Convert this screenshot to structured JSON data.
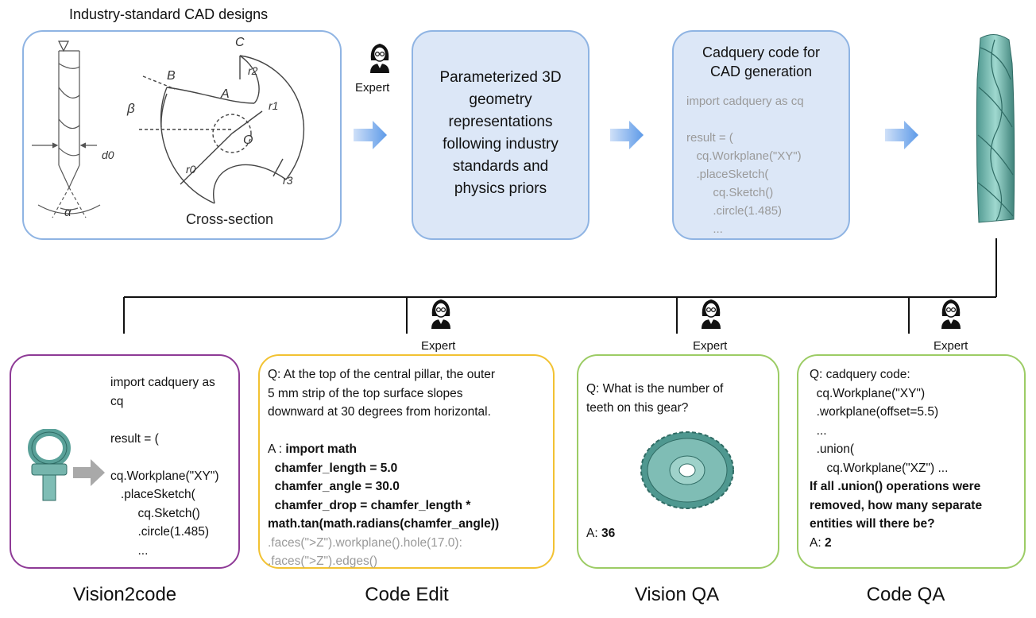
{
  "header": {
    "title": "Industry-standard CAD designs"
  },
  "cad_box": {
    "labels": {
      "C": "C",
      "B": "B",
      "A": "A",
      "O": "O",
      "r2": "r2",
      "r1": "r1",
      "r0": "r0",
      "r3": "r3",
      "beta": "β",
      "alpha": "α",
      "d0": "d0"
    },
    "cross_section": "Cross-section"
  },
  "expert_label": "Expert",
  "parameterized_box": {
    "lines": [
      "Parameterized 3D",
      "geometry",
      "representations",
      "following industry",
      "standards and",
      "physics priors"
    ]
  },
  "cadquery_box": {
    "title_lines": [
      "Cadquery code for",
      "CAD generation"
    ],
    "code": [
      "import cadquery as cq",
      "",
      "result = (",
      "   cq.Workplane(\"XY\")",
      "   .placeSketch(",
      "        cq.Sketch()",
      "        .circle(1.485)",
      "        ..."
    ]
  },
  "vision2code_box": {
    "code": [
      "import cadquery as",
      "cq",
      "",
      "result = (",
      "",
      "cq.Workplane(\"XY\")",
      "   .placeSketch(",
      "        cq.Sketch()",
      "        .circle(1.485)",
      "        ..."
    ]
  },
  "code_edit_box": {
    "question": [
      "Q: At the top of the central pillar, the outer",
      "5 mm strip of the top surface slopes",
      "downward at 30 degrees from horizontal."
    ],
    "answer_prefix": "A : ",
    "answer_bold": [
      "import math",
      "  chamfer_length = 5.0",
      "  chamfer_angle = 30.0",
      "  chamfer_drop = chamfer_length *",
      "math.tan(math.radians(chamfer_angle))"
    ],
    "answer_gray": [
      ".faces(\">Z\").workplane().hole(17.0):",
      ".faces(\">Z\").edges()"
    ]
  },
  "vision_qa_box": {
    "question": [
      "Q: What is the number of",
      "teeth on this gear?"
    ],
    "answer_prefix": "A: ",
    "answer_value": "36"
  },
  "code_qa_box": {
    "code": [
      "Q: cadquery code:",
      "  cq.Workplane(\"XY\")",
      "  .workplane(offset=5.5)",
      "  ...",
      "  .union(",
      "     cq.Workplane(\"XZ\") ..."
    ],
    "union_label": ".union",
    "question_bold": [
      "If all .union() operations were",
      "removed, how many separate",
      "entities will there be?"
    ],
    "answer_prefix": "A: ",
    "answer_value": "2"
  },
  "bottom_titles": [
    "Vision2code",
    "Code Edit",
    "Vision QA",
    "Code QA"
  ],
  "colors": {
    "blue_border": "#8fb4e3",
    "blue_fill": "#dce7f7",
    "purple": "#8e3a96",
    "yellow": "#f2c232",
    "green": "#9ccc65",
    "teal": "#76b5ad",
    "arrow_blue": "#5d9ae8"
  }
}
